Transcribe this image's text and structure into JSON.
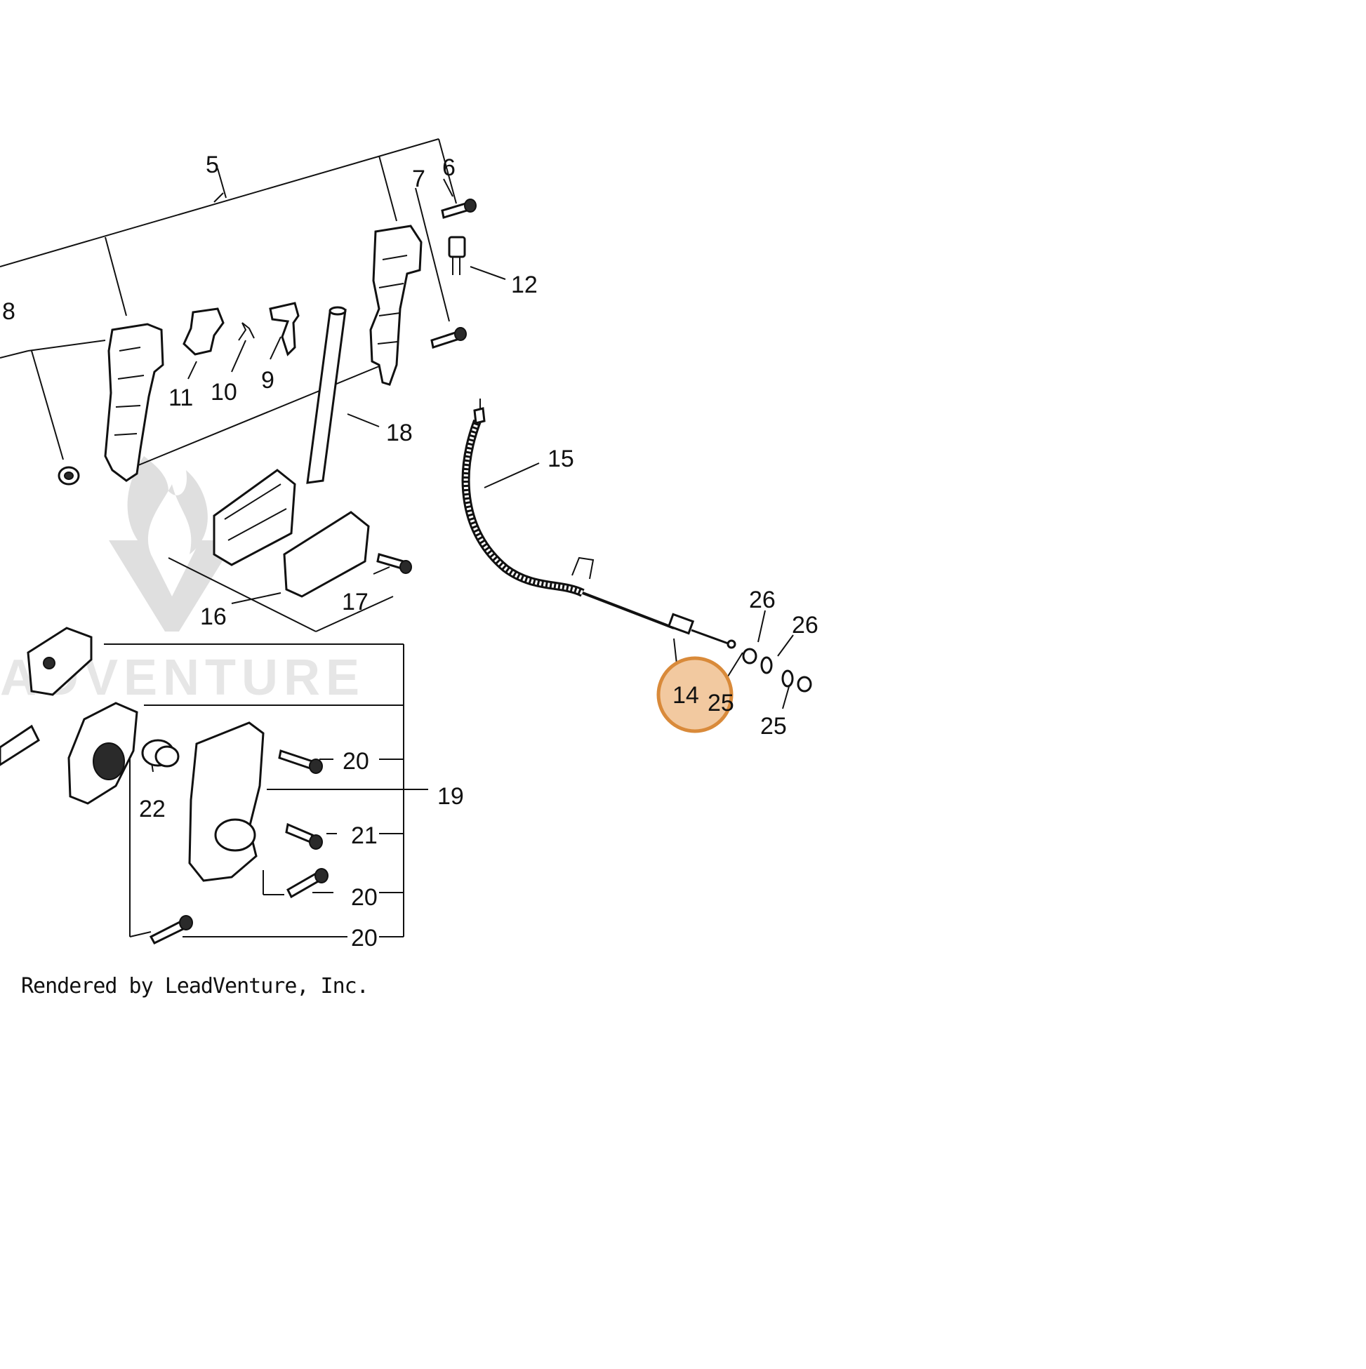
{
  "diagram": {
    "callouts": [
      {
        "id": "5",
        "text": "5"
      },
      {
        "id": "6",
        "text": "6"
      },
      {
        "id": "7",
        "text": "7"
      },
      {
        "id": "8",
        "text": "8"
      },
      {
        "id": "9",
        "text": "9"
      },
      {
        "id": "10",
        "text": "10"
      },
      {
        "id": "11",
        "text": "11"
      },
      {
        "id": "12",
        "text": "12"
      },
      {
        "id": "14",
        "text": "14"
      },
      {
        "id": "15",
        "text": "15"
      },
      {
        "id": "16",
        "text": "16"
      },
      {
        "id": "17",
        "text": "17"
      },
      {
        "id": "18",
        "text": "18"
      },
      {
        "id": "19",
        "text": "19"
      },
      {
        "id": "20a",
        "text": "20"
      },
      {
        "id": "20b",
        "text": "20"
      },
      {
        "id": "20c",
        "text": "20"
      },
      {
        "id": "21",
        "text": "21"
      },
      {
        "id": "22",
        "text": "22"
      },
      {
        "id": "25a",
        "text": "25"
      },
      {
        "id": "25b",
        "text": "25"
      },
      {
        "id": "26a",
        "text": "26"
      },
      {
        "id": "26b",
        "text": "26"
      }
    ],
    "highlighted_part": "14",
    "highlight_color": "#d98a3a",
    "highlight_fill": "#f2c9a0",
    "watermark_text": "ADVENTURE",
    "credit": "Rendered by LeadVenture, Inc."
  }
}
